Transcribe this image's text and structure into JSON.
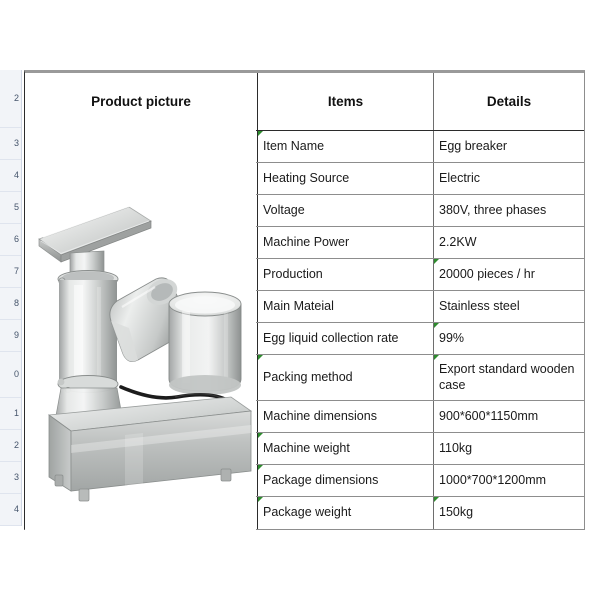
{
  "spreadsheet": {
    "row_headers": [
      "2",
      "3",
      "4",
      "5",
      "6",
      "7",
      "8",
      "9",
      "0",
      "1",
      "2",
      "3",
      "4"
    ]
  },
  "table": {
    "headers": {
      "picture": "Product picture",
      "items": "Items",
      "details": "Details"
    },
    "rows": [
      {
        "item": "Item Name",
        "detail": "Egg breaker"
      },
      {
        "item": "Heating Source",
        "detail": "Electric"
      },
      {
        "item": "Voltage",
        "detail": "380V, three phases"
      },
      {
        "item": "Machine Power",
        "detail": "2.2KW"
      },
      {
        "item": "Production",
        "detail": "20000 pieces / hr"
      },
      {
        "item": "Main Mateial",
        "detail": "Stainless steel"
      },
      {
        "item": "Egg liquid collection rate",
        "detail": "99%"
      },
      {
        "item": "Packing method",
        "detail": "Export standard wooden case"
      },
      {
        "item": "Machine dimensions",
        "detail": "900*600*1150mm"
      },
      {
        "item": "Machine weight",
        "detail": "110kg"
      },
      {
        "item": "Package dimensions",
        "detail": "1000*700*1200mm"
      },
      {
        "item": "Package weight",
        "detail": "150kg"
      }
    ]
  },
  "picture": {
    "alt": "stainless-steel-egg-breaker-machine",
    "watermark": ""
  },
  "colors": {
    "grid_line": "#8d8d8d",
    "heavy_line": "#2b2b2b",
    "top_rule": "#9a9a9a",
    "row_header_bg": "#f2f4f8",
    "error_marker": "#2e8b2e",
    "text": "#1a1a1a",
    "steel_light": "#e8e9e9",
    "steel_mid": "#c4c6c6",
    "steel_dark": "#9a9d9d"
  }
}
